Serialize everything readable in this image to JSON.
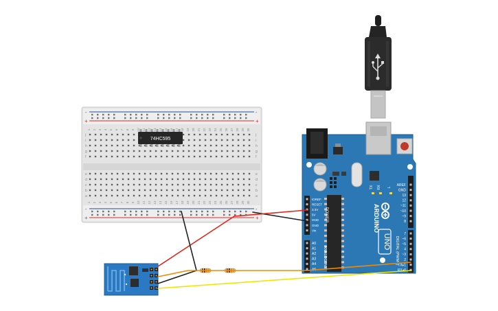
{
  "breadboard": {
    "column_numbers": [
      "1",
      "2",
      "3",
      "4",
      "5",
      "6",
      "7",
      "8",
      "9",
      "10",
      "11",
      "12",
      "13",
      "14",
      "15",
      "16",
      "17",
      "18",
      "19",
      "20",
      "21",
      "22",
      "23",
      "24",
      "25",
      "26",
      "27",
      "28",
      "29",
      "30"
    ],
    "rows_top": [
      "j",
      "i",
      "h",
      "g",
      "f"
    ],
    "rows_bottom": [
      "e",
      "d",
      "c",
      "b",
      "a"
    ],
    "rail_plus": "+",
    "rail_minus": "-"
  },
  "ic": {
    "label": "74HC595"
  },
  "arduino": {
    "model_brand": "ARDUINO",
    "model_name": "UNO",
    "indicator_tx": "TX",
    "indicator_rx": "RX",
    "indicator_l": "L",
    "power_header_label": "POWER",
    "analog_header_label": "ANALOG IN",
    "digital_header_label": "DIGITAL (PWM~)",
    "power_pins": [
      "IOREF",
      "RESET",
      "3.3V",
      "5V",
      "GND",
      "GND",
      "Vin"
    ],
    "analog_pins": [
      "A0",
      "A1",
      "A2",
      "A3",
      "A4",
      "A5"
    ],
    "top_digital_pins": [
      "AREF",
      "GND",
      "13",
      "12",
      "~11",
      "~10",
      "~9",
      "8"
    ],
    "bottom_digital_pins": [
      "7",
      "~6",
      "~5",
      "4",
      "~3",
      "2",
      "TX▸1",
      "RX◂0"
    ]
  },
  "colors": {
    "board_blue": "#2b78b5",
    "breadboard_body": "#e6e6e6",
    "rail_red": "#d32f2f",
    "rail_blue": "#1f4e9b",
    "wire_red": "#e2231a",
    "wire_black": "#222222",
    "wire_orange": "#f08a00",
    "wire_yellow": "#f2e600",
    "esp_blue": "#2a79c2"
  }
}
